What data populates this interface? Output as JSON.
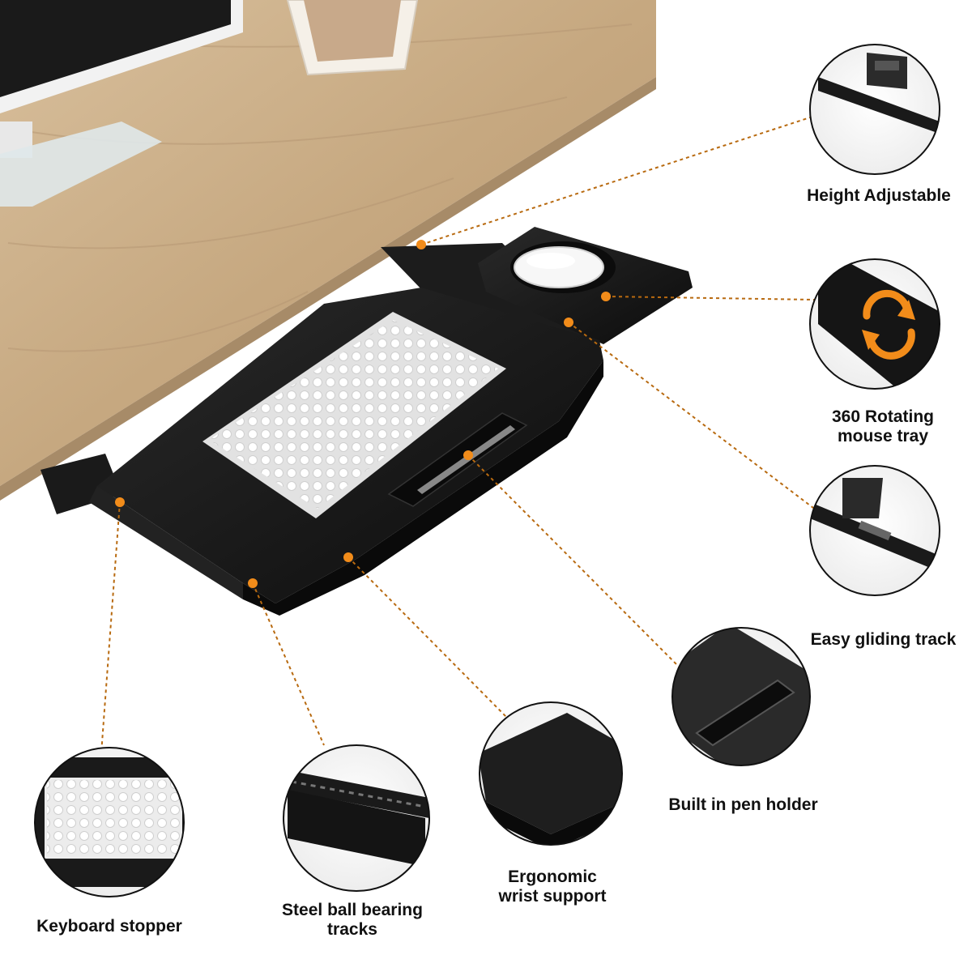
{
  "colors": {
    "accent": "#f28c1a",
    "leader": "#b86a10",
    "desk": "#c9ab85",
    "tray": "#151515",
    "keyboard": "#f4f4f4"
  },
  "features": [
    {
      "id": "height-adjustable",
      "lines": [
        "Height Adjustable"
      ],
      "icon": "bracket-icon"
    },
    {
      "id": "rotating-mouse-tray",
      "lines": [
        "360 Rotating",
        "mouse tray"
      ],
      "icon": "rotate-arrows-icon"
    },
    {
      "id": "easy-gliding-track",
      "lines": [
        "Easy gliding track"
      ],
      "icon": "track-rail-icon"
    },
    {
      "id": "pen-holder",
      "lines": [
        "Built in pen holder"
      ],
      "icon": "pen-slot-icon"
    },
    {
      "id": "wrist-support",
      "lines": [
        "Ergonomic",
        "wrist support"
      ],
      "icon": "wrist-pad-icon"
    },
    {
      "id": "ball-bearing-tracks",
      "lines": [
        "Steel ball bearing",
        "tracks"
      ],
      "icon": "bearing-track-icon"
    },
    {
      "id": "keyboard-stopper",
      "lines": [
        "Keyboard stopper"
      ],
      "icon": "keyboard-icon"
    }
  ]
}
